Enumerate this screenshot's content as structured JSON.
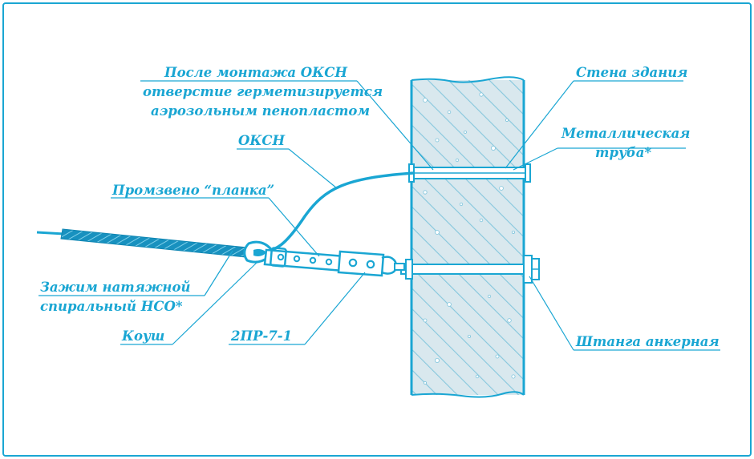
{
  "colors": {
    "accent": "#1aa6d3",
    "accent_dark": "#0f86b3",
    "wall_fill": "#d7e6ec",
    "hatch": "#7ec4dc",
    "background": "#ffffff"
  },
  "labels": {
    "note_line1": "После монтажа ОКСН",
    "note_line2": "отверстие герметизируется",
    "note_line3": "аэрозольным пенопластом",
    "oksn": "ОКСН",
    "promzveno": "Промзвено “планка”",
    "clamp_line1": "Зажим натяжной",
    "clamp_line2": "спиральный НСО*",
    "koush": "Коуш",
    "part_2pr": "2ПР-7-1",
    "wall": "Стена здания",
    "pipe_line1": "Металлическая",
    "pipe_line2": "труба*",
    "anchor": "Штанга анкерная"
  }
}
